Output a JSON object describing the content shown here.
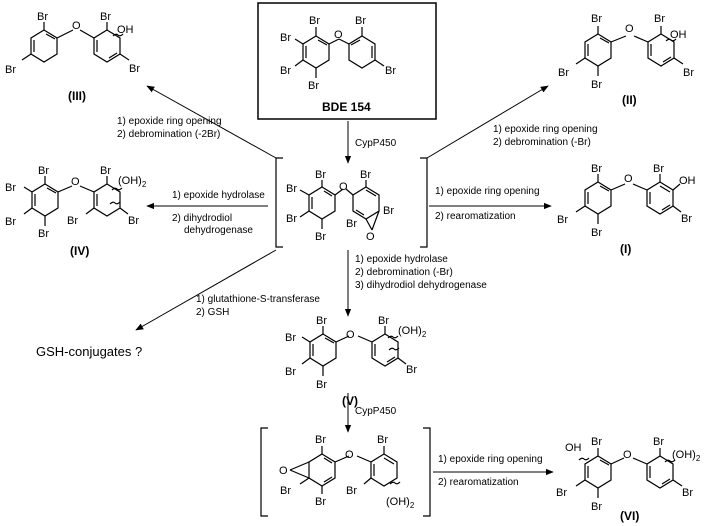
{
  "start": {
    "name": "BDE 154"
  },
  "enzyme": "CypP450",
  "atoms": {
    "Br": "Br",
    "O": "O",
    "OH": "OH",
    "OH2": "(OH)",
    "sub2": "2"
  },
  "compounds": {
    "I": "(I)",
    "II": "(II)",
    "III": "(III)",
    "IV": "(IV)",
    "V": "(V)",
    "VI": "(VI)"
  },
  "paths": {
    "to_III": [
      "1) epoxide ring opening",
      "2) debromination (-2Br)"
    ],
    "to_II": [
      "1) epoxide ring opening",
      "2) debromination (-Br)"
    ],
    "to_IV": [
      "1) epoxide hydrolase",
      "2) dihydrodiol",
      "dehydrogenase"
    ],
    "to_I": [
      "1) epoxide ring opening",
      "2) rearomatization"
    ],
    "to_V": [
      "1) epoxide hydrolase",
      "2) debromination (-Br)",
      "3) dihydrodiol dehydrogenase"
    ],
    "to_GSH": [
      "1) glutathione-S-transferase",
      "2) GSH"
    ],
    "to_VI": [
      "1) epoxide ring opening",
      "2) rearomatization"
    ]
  },
  "gsh_label": "GSH-conjugates ?"
}
